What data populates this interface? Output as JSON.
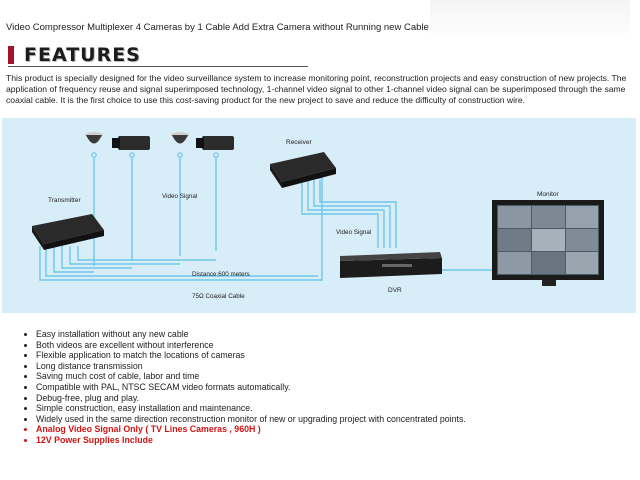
{
  "title": "Video Compressor  Multiplexer 4 Cameras by 1 Cable Add Extra Camera without Running new Cable",
  "features_heading": "FEATURES",
  "intro": "This product is specially designed for the video surveillance system to increase monitoring point, reconstruction projects and easy construction of new projects. The application of frequency reuse and signal superimposed technology, 1-channel video signal to other 1-channel video signal can be superimposed through the same coaxial cable. It is the first choice to use this cost-saving product for the new project to save and reduce the difficulty of construction wire.",
  "diagram": {
    "transmitter": "Transmitter",
    "receiver": "Receiver",
    "monitor": "Monitor",
    "dvr": "DVR",
    "video_signal_left": "Video Signal",
    "video_signal_right": "Video Signal",
    "distance": "Distance:600 meters",
    "cable": "75Ω Coaxial Cable"
  },
  "features": [
    "Easy installation without any new cable",
    "Both videos are excellent without interference",
    "Flexible application to match the locations of cameras",
    "Long distance transmission",
    "Saving much cost of cable, labor and time",
    "Compatible with PAL, NTSC SECAM video formats automatically.",
    "Debug-free, plug and play.",
    "Simple construction, easy installation and maintenance.",
    "Widely used in the same direction reconstruction monitor of new or upgrading project with concentrated points."
  ],
  "highlight_features": [
    "Analog Video Signal Only ( TV Lines Cameras , 960H )",
    "12V Power Supplies Include"
  ],
  "colors": {
    "accent_bar": "#a0152a",
    "highlight_text": "#d01414",
    "diagram_bg": "#d7edf7",
    "cable": "#6ec6e8"
  }
}
